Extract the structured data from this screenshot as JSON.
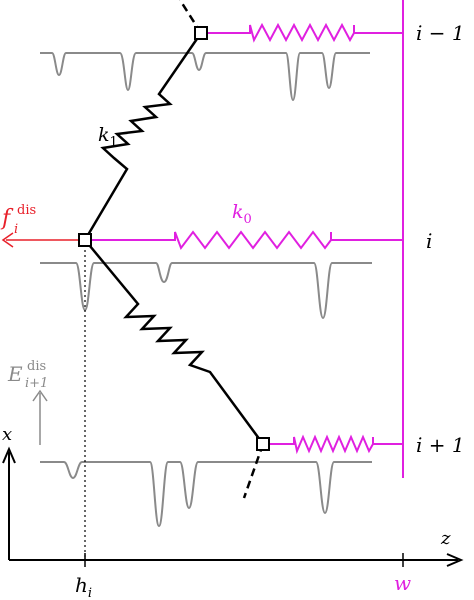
{
  "colors": {
    "magenta": "#e020e0",
    "red": "#e8202a",
    "gray": "#8a8a8a",
    "black": "#000000"
  },
  "labels": {
    "row_top": "i − 1",
    "row_mid": "i",
    "row_bot": "i + 1",
    "k1": {
      "main": "k",
      "sub": "1"
    },
    "k0": {
      "main": "k",
      "sub": "0"
    },
    "force": {
      "main": "f",
      "sub": "i",
      "sup": "dis"
    },
    "energy": {
      "main": "E",
      "sub": "i+1",
      "sup": "dis"
    },
    "axis_x": "x",
    "axis_z": "z",
    "h_i": {
      "main": "h",
      "sub": "i"
    },
    "w": "w"
  }
}
